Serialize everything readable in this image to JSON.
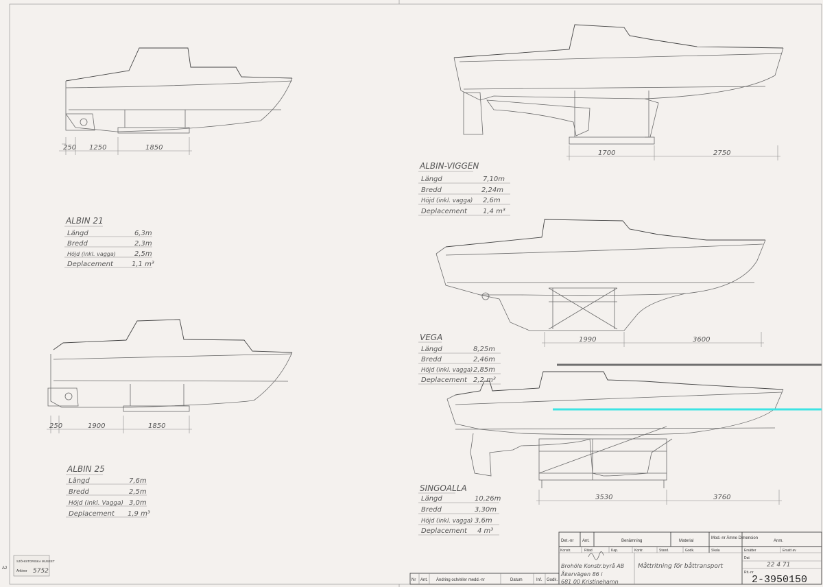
{
  "albin21": {
    "title": "ALBIN 21",
    "rows": [
      {
        "label": "Längd",
        "value": "6,3m"
      },
      {
        "label": "Bredd",
        "value": "2,3m"
      },
      {
        "label": "Höjd (inkl. vagga)",
        "value": "2,5m"
      },
      {
        "label": "Deplacement",
        "value": "1,1 m³"
      }
    ],
    "dims": [
      "250",
      "1250",
      "1850"
    ]
  },
  "albin25": {
    "title": "ALBIN 25",
    "rows": [
      {
        "label": "Längd",
        "value": "7,6m"
      },
      {
        "label": "Bredd",
        "value": "2,5m"
      },
      {
        "label": "Höjd (inkl. Vagga)",
        "value": "3,0m"
      },
      {
        "label": "Deplacement",
        "value": "1,9 m³"
      }
    ],
    "dims": [
      "250",
      "1900",
      "1850"
    ]
  },
  "albinviggen": {
    "title": "ALBIN-VIGGEN",
    "rows": [
      {
        "label": "Längd",
        "value": "7,10m"
      },
      {
        "label": "Bredd",
        "value": "2,24m"
      },
      {
        "label": "Höjd (inkl. vagga)",
        "value": "2,6m"
      },
      {
        "label": "Deplacement",
        "value": "1,4 m³"
      }
    ],
    "dims": [
      "1700",
      "2750"
    ]
  },
  "vega": {
    "title": "VEGA",
    "rows": [
      {
        "label": "Längd",
        "value": "8,25m"
      },
      {
        "label": "Bredd",
        "value": "2,46m"
      },
      {
        "label": "Höjd (inkl. vagga)",
        "value": "2,85m"
      },
      {
        "label": "Deplacement",
        "value": "2,2 m³"
      }
    ],
    "dims": [
      "1990",
      "3600"
    ]
  },
  "singoalla": {
    "title": "SINGOALLA",
    "rows": [
      {
        "label": "Längd",
        "value": "10,26m"
      },
      {
        "label": "Bredd",
        "value": "3,30m"
      },
      {
        "label": "Höjd (inkl. vagga)",
        "value": "3,6m"
      },
      {
        "label": "Deplacement",
        "value": "4 m³"
      }
    ],
    "dims": [
      "3530",
      "3760"
    ]
  },
  "titleblock": {
    "h_det": "Det.-nr",
    "h_ant": "Ant.",
    "h_ben": "Benämning",
    "h_mat": "Material",
    "h_mod": "Mod.-nr  Ämne\nDimension",
    "h_anm": "Anm.",
    "konstr": "Konstr.",
    "ritad": "Ritad",
    "kap": "Kap.",
    "kontr": "Kontr.",
    "stand": "Stand.",
    "godk": "Godk.",
    "skala": "Skala",
    "ersatter": "Ersätter",
    "ersatt_av": "Ersatt av",
    "dat": "Dat",
    "company1": "Brohöle Konstr.byrå AB",
    "company2": "Åkervägen 86 i",
    "company3": "681 00 Kristinehamn",
    "title": "Måttritning för båttransport",
    "date": "22 4 71",
    "rit_nr_label": "Rit.-nr",
    "drawing_no": "2-3950150",
    "rev_nr": "Nr",
    "rev_ant": "Ant.",
    "rev_text": "Ändring och/eller medd.-nr",
    "rev_datum": "Datum",
    "rev_inf": "Inf.",
    "rev_godk": "Godk."
  },
  "stamp": {
    "line1": "SJÖHISTORISKA MUSEET",
    "line2": "Arkivnr",
    "number": "5752"
  },
  "sheet_size": "A2",
  "colors": {
    "paper": "#f4f1ee",
    "ink": "#555555",
    "cyan_marker": "#3de3e3",
    "gray_marker": "#6f6f6f"
  }
}
